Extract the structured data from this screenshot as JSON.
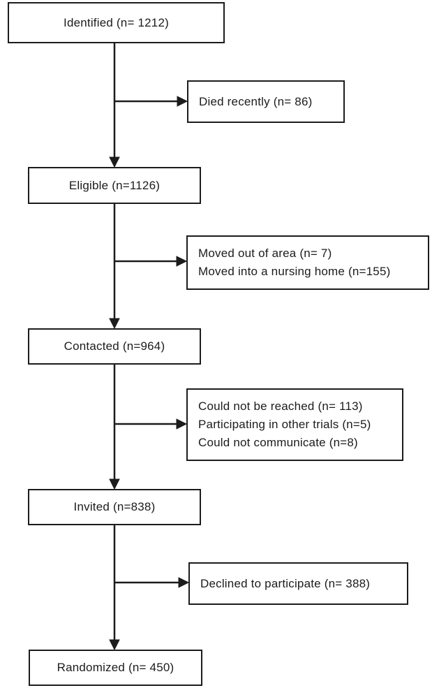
{
  "diagram": {
    "type": "flowchart",
    "description": "Participant recruitment flow diagram",
    "accent_color": "#1c1c1c",
    "background_color": "#ffffff",
    "main_boxes": [
      {
        "id": "identified",
        "label": "Identified (n= 1212)",
        "n": 1212
      },
      {
        "id": "eligible",
        "label": "Eligible (n=1126)",
        "n": 1126
      },
      {
        "id": "contacted",
        "label": "Contacted (n=964)",
        "n": 964
      },
      {
        "id": "invited",
        "label": "Invited (n=838)",
        "n": 838
      },
      {
        "id": "randomized",
        "label": "Randomized (n= 450)",
        "n": 450
      }
    ],
    "side_boxes": [
      {
        "id": "died-recently",
        "lines": [
          "Died recently (n= 86)"
        ]
      },
      {
        "id": "moved",
        "lines": [
          "Moved out of area (n= 7)",
          "Moved into a nursing home (n=155)"
        ]
      },
      {
        "id": "not-reached",
        "lines": [
          "Could not be reached (n= 113)",
          "Participating in other trials (n=5)",
          "Could not communicate (n=8)"
        ]
      },
      {
        "id": "declined",
        "lines": [
          "Declined to participate (n= 388)"
        ]
      }
    ]
  }
}
